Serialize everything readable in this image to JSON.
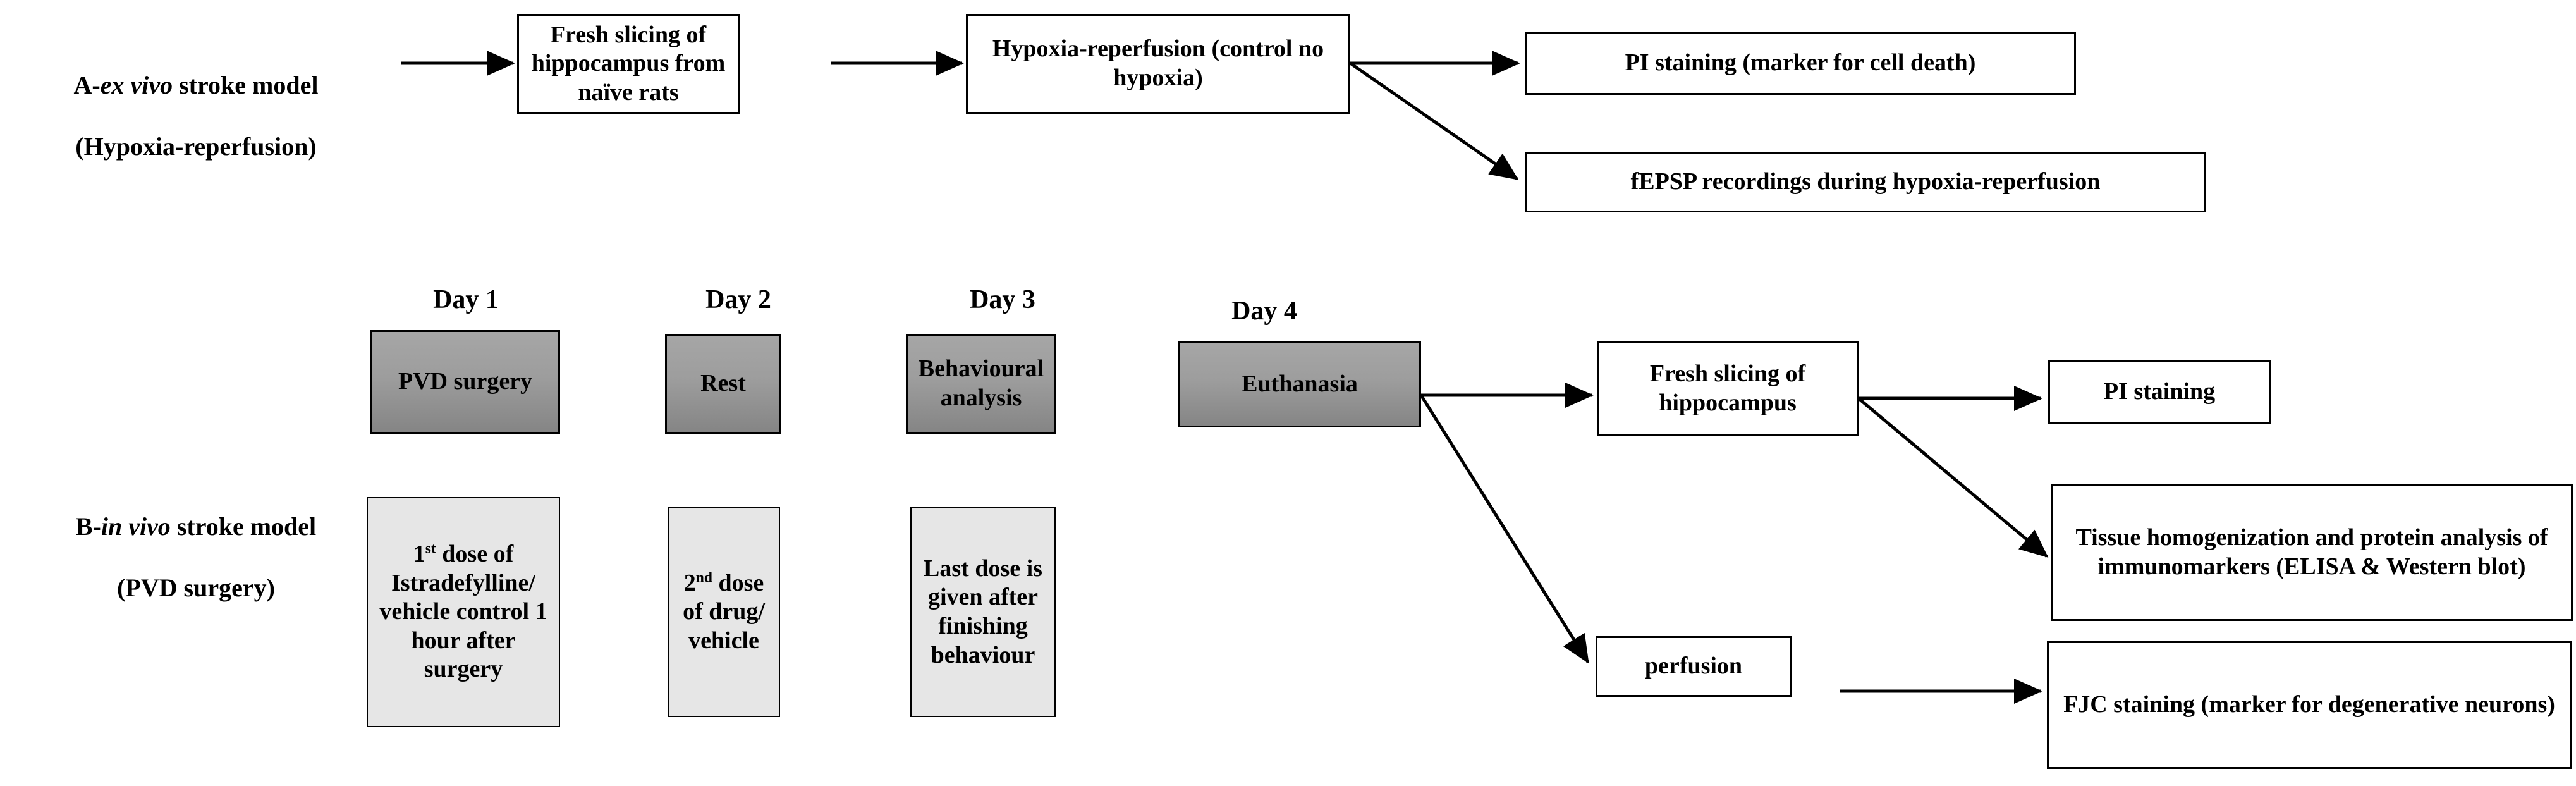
{
  "figure": {
    "title_a": "A- ex vivo stroke model (Hypoxia-reperfusion)",
    "title_b": "B- in vivo stroke model (PVD surgery)"
  },
  "panel_a": {
    "label_prefix": "A-",
    "label_italic": "ex vivo",
    "label_rest": " stroke model",
    "label_line2": "(Hypoxia-reperfusion)",
    "nodes": {
      "fresh_slicing": "Fresh slicing of hippocampus from naïve rats",
      "hypoxia": "Hypoxia-reperfusion (control no hypoxia)",
      "pi_staining": "PI staining (marker for cell death)",
      "fepsp": "fEPSP recordings during hypoxia-reperfusion"
    }
  },
  "panel_b": {
    "label_prefix": "B-",
    "label_italic": "in vivo",
    "label_rest": " stroke model",
    "label_line2": "(PVD surgery)",
    "day_labels": [
      "Day 1",
      "Day 2",
      "Day 3",
      "Day 4"
    ],
    "timeline": [
      {
        "day": "Day 1",
        "event": "PVD surgery"
      },
      {
        "day": "Day 2",
        "event": "Rest"
      },
      {
        "day": "Day 3",
        "event": "Behavioural analysis"
      },
      {
        "day": "Day 4",
        "event": "Euthanasia"
      }
    ],
    "dosing": [
      "1st dose of Istradefylline/ vehicle control 1 hour after surgery",
      "2nd dose of drug/ vehicle",
      "Last dose is given after finishing behaviour"
    ],
    "dose1_parts": {
      "num": "1",
      "sup": "st",
      "rest": " dose of Istradefylline/ vehicle control 1 hour after surgery"
    },
    "dose2_parts": {
      "num": "2",
      "sup": "nd",
      "rest": " dose of drug/ vehicle"
    },
    "dose3_text": "Last dose is given after finishing behaviour",
    "nodes": {
      "fresh_slicing": "Fresh slicing of hippocampus",
      "pi_staining": "PI staining",
      "tissue_homogenization": "Tissue homogenization and protein analysis of immunomarkers (ELISA & Western blot)",
      "perfusion": "perfusion",
      "fjc_staining": "FJC staining (marker for degenerative neurons)"
    }
  },
  "colors": {
    "stroke": "#000000",
    "page_background": "#ffffff",
    "dark_box_fill": "#9d9d9d",
    "light_box_fill": "#e6e6e6",
    "white_box_fill": "#ffffff"
  }
}
